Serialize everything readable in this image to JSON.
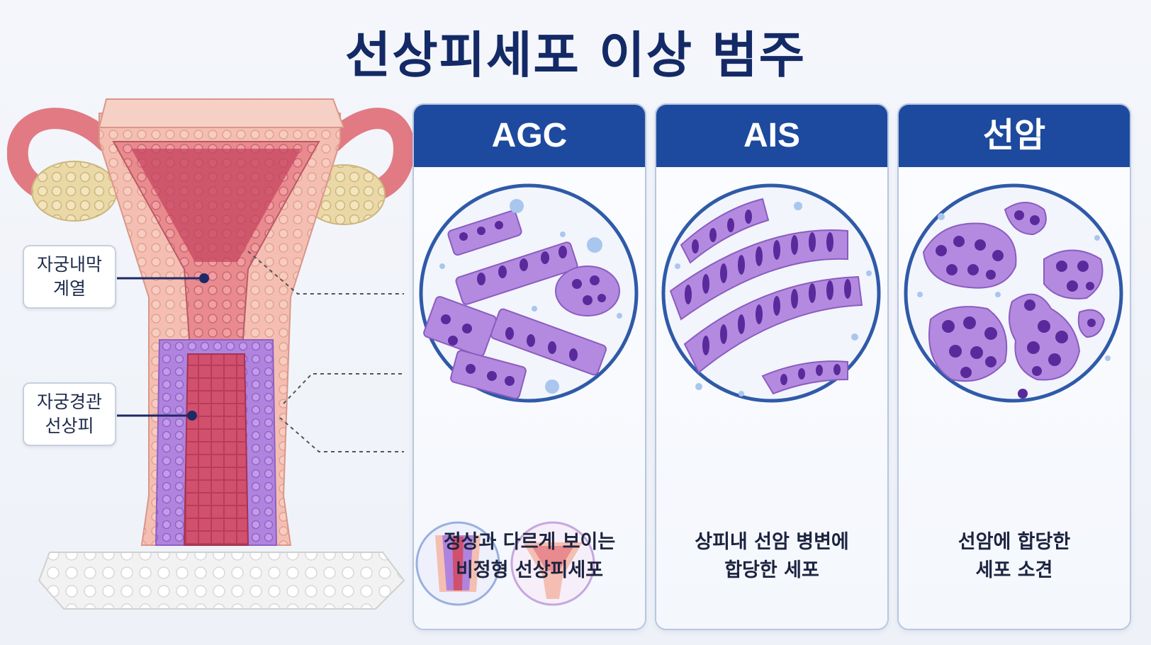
{
  "title": "선상피세포 이상 범주",
  "anatomy": {
    "labels": [
      {
        "id": "endometrium",
        "lines": [
          "자궁내막",
          "계열"
        ]
      },
      {
        "id": "endocervical",
        "lines": [
          "자궁경관",
          "선상피"
        ]
      }
    ]
  },
  "panels": [
    {
      "id": "agc",
      "header": "AGC",
      "desc": [
        "정상과 다르게 보이는",
        "비정형 선상피세포"
      ]
    },
    {
      "id": "ais",
      "header": "AIS",
      "desc": [
        "상피내 선암 병변에",
        "합당한 세포"
      ]
    },
    {
      "id": "adeno",
      "header": "선암",
      "desc": [
        "선암에 합당한",
        "세포 소견"
      ]
    }
  ],
  "colors": {
    "header_blue": "#1d4a9e",
    "title_navy": "#142a66",
    "cell_purple": "#b48ae0",
    "nucleus_purple": "#5a2a9c",
    "tissue_pink": "#f2b6a8",
    "ovary_cream": "#ead8a6"
  }
}
